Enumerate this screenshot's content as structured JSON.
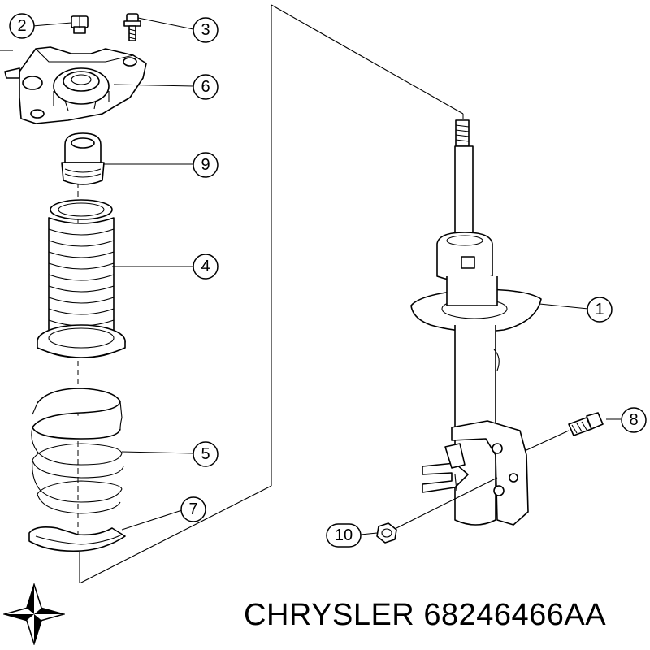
{
  "callouts": [
    {
      "id": "1",
      "label": "1"
    },
    {
      "id": "2",
      "label": "2"
    },
    {
      "id": "3",
      "label": "3"
    },
    {
      "id": "4",
      "label": "4"
    },
    {
      "id": "5",
      "label": "5"
    },
    {
      "id": "6",
      "label": "6"
    },
    {
      "id": "7",
      "label": "7"
    },
    {
      "id": "8",
      "label": "8"
    },
    {
      "id": "9",
      "label": "9"
    },
    {
      "id": "10",
      "label": "10"
    }
  ],
  "caption": {
    "brand": "CHRYSLER",
    "part_number": "68246466AA"
  },
  "logo": {
    "icon": "pentastar-icon",
    "color": "#000000"
  },
  "colors": {
    "line": "#000000",
    "background": "#ffffff"
  }
}
